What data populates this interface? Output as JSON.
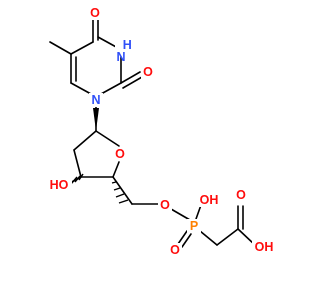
{
  "structure": {
    "atoms": [
      {
        "id": "O4",
        "symbol": "O",
        "label": "O",
        "color": "#ff0d0d"
      },
      {
        "id": "N3",
        "symbol": "N",
        "label": "H\nN",
        "color": "#3050f8"
      },
      {
        "id": "O2",
        "symbol": "O",
        "label": "O",
        "color": "#ff0d0d"
      },
      {
        "id": "N1",
        "symbol": "N",
        "label": "N",
        "color": "#3050f8"
      },
      {
        "id": "Oring",
        "symbol": "O",
        "label": "O",
        "color": "#ff0d0d"
      },
      {
        "id": "O3H",
        "symbol": "O",
        "label": "HO",
        "color": "#ff0d0d"
      },
      {
        "id": "O5",
        "symbol": "O",
        "label": "O",
        "color": "#ff0d0d"
      },
      {
        "id": "P",
        "symbol": "P",
        "label": "P",
        "color": "#ff8000"
      },
      {
        "id": "POH",
        "symbol": "O",
        "label": "OH",
        "color": "#ff0d0d"
      },
      {
        "id": "PO",
        "symbol": "O",
        "label": "O",
        "color": "#ff0d0d"
      },
      {
        "id": "CO",
        "symbol": "O",
        "label": "O",
        "color": "#ff0d0d"
      },
      {
        "id": "COH",
        "symbol": "O",
        "label": "OH",
        "color": "#ff0d0d"
      }
    ]
  }
}
